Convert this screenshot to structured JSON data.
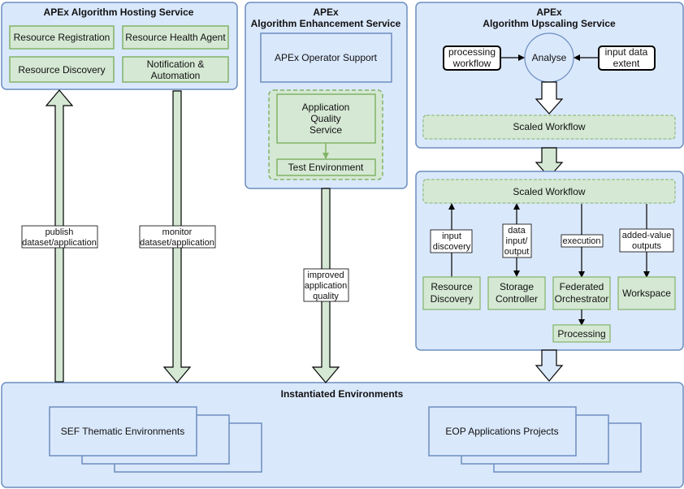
{
  "hosting": {
    "title": "APEx Algorithm Hosting Service",
    "items": [
      "Resource Registration",
      "Resource Health Agent",
      "Resource Discovery",
      "Notification &",
      "Automation"
    ]
  },
  "enhancement": {
    "title1": "APEx",
    "title2": "Algorithm Enhancement Service",
    "operator_support": "APEx Operator Support",
    "aqs_lines": [
      "Application",
      "Quality",
      "Service"
    ],
    "test_env": "Test Environment"
  },
  "upscaling": {
    "title1": "APEx",
    "title2": "Algorithm Upscaling Service",
    "processing_workflow": [
      "processing",
      "workflow"
    ],
    "analyse": "Analyse",
    "input_data_extent": [
      "input data",
      "extent"
    ],
    "scaled_workflow": "Scaled Workflow"
  },
  "execution": {
    "scaled_workflow": "Scaled Workflow",
    "labels": {
      "input_discovery": [
        "input",
        "discovery"
      ],
      "data_io": [
        "data",
        "input/",
        "output"
      ],
      "execution": "execution",
      "added_value": [
        "added-value",
        "outputs"
      ]
    },
    "components": {
      "resource_discovery": [
        "Resource",
        "Discovery"
      ],
      "storage_controller": [
        "Storage",
        "Controller"
      ],
      "federated_orchestrator": [
        "Federated",
        "Orchestrator"
      ],
      "workspace": "Workspace",
      "processing": "Processing"
    }
  },
  "arrows": {
    "publish": [
      "publish",
      "dataset/application"
    ],
    "monitor": [
      "monitor",
      "dataset/application"
    ],
    "improved": [
      "improved",
      "application",
      "quality"
    ]
  },
  "instantiated": {
    "title": "Instantiated Environments",
    "sef": "SEF Thematic Environments",
    "eop": "EOP Applications Projects"
  },
  "colors": {
    "container_fill": "#dae8fc",
    "container_stroke": "#6c8ebf",
    "green_fill": "#d5e8d4",
    "green_stroke": "#82b366"
  }
}
